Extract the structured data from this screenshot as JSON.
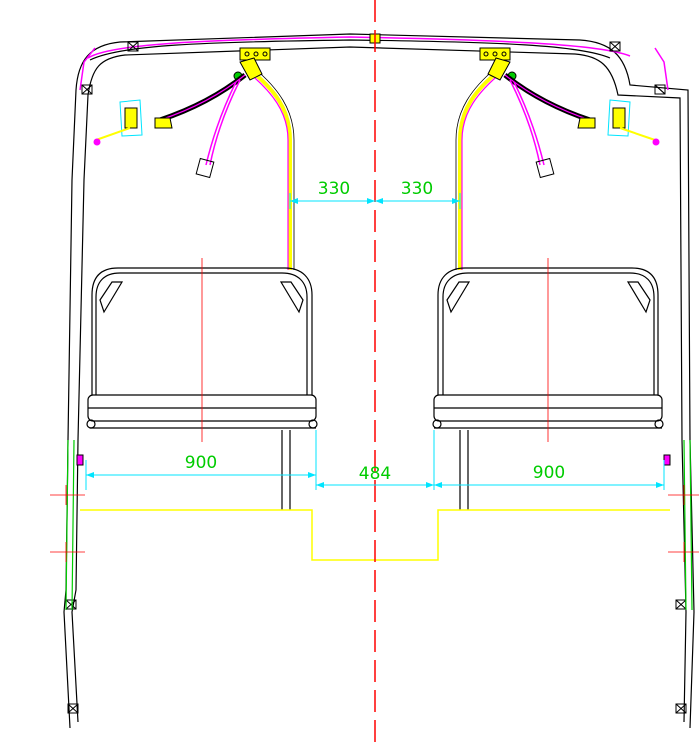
{
  "colors": {
    "background": "#ffffff",
    "outline": "#000000",
    "dimension_line": "#00e5ff",
    "dimension_text": "#00cc00",
    "centerline": "#ff0000",
    "handrail_magenta": "#ff00ff",
    "handrail_yellow": "#ffff00",
    "floor_outline": "#ffff00",
    "panel_green": "#00cc00"
  },
  "dimensions": {
    "left_handrail_gap": "330",
    "right_handrail_gap": "330",
    "left_seat_width": "900",
    "aisle_width": "484",
    "right_seat_width": "900"
  },
  "icons": [
    "handrail-bracket-icon",
    "hanging-strap-icon",
    "window-fixture-icon"
  ]
}
